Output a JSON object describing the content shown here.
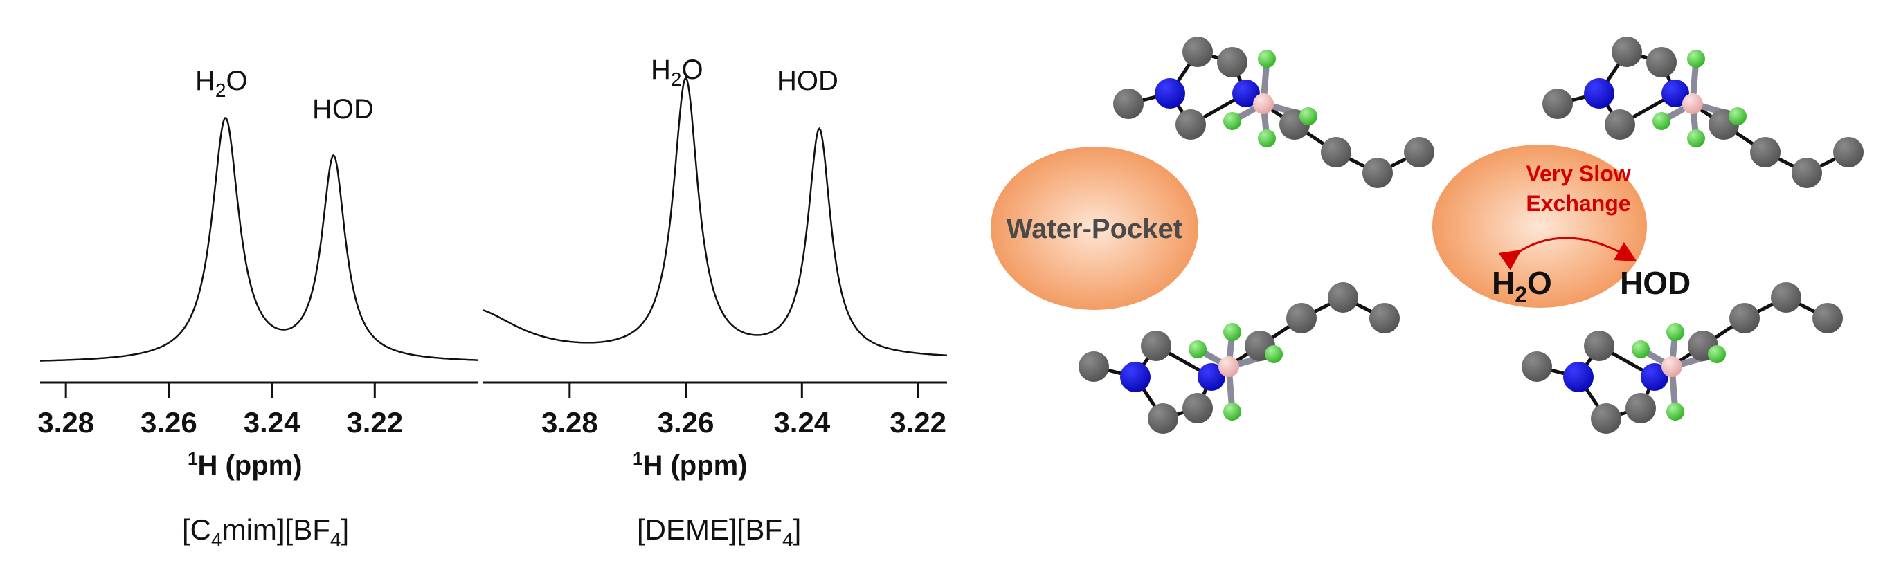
{
  "spectra": [
    {
      "compound": {
        "pre": "[C",
        "sub1": "4",
        "mid": "mim][BF",
        "sub2": "4",
        "post": "]"
      },
      "peak_labels": {
        "h2o_main": "H",
        "h2o_sub": "2",
        "h2o_tail": "O",
        "hod": "HOD"
      },
      "ticks": [
        "3.28",
        "3.26",
        "3.24",
        "3.22"
      ],
      "axis": {
        "sup": "1",
        "text": "H (ppm)"
      }
    },
    {
      "compound": {
        "pre": "[DEME][BF",
        "sub1": "4",
        "post": "]"
      },
      "peak_labels": {
        "h2o_main": "H",
        "h2o_sub": "2",
        "h2o_tail": "O",
        "hod": "HOD"
      },
      "ticks": [
        "3.28",
        "3.26",
        "3.24",
        "3.22"
      ],
      "axis": {
        "sup": "1",
        "text": "H (ppm)"
      }
    }
  ],
  "chart_data": [
    {
      "type": "line",
      "title": "",
      "xlabel": "1H (ppm)",
      "ylabel": "",
      "x_reversed": true,
      "xlim": [
        3.2,
        3.285
      ],
      "x_ticks": [
        3.28,
        3.26,
        3.24,
        3.22
      ],
      "peaks": [
        {
          "label": "H2O",
          "position_ppm": 3.249,
          "relative_height": 0.92
        },
        {
          "label": "HOD",
          "position_ppm": 3.228,
          "relative_height": 0.77
        }
      ],
      "compound": "[C4mim][BF4]"
    },
    {
      "type": "line",
      "title": "",
      "xlabel": "1H (ppm)",
      "ylabel": "",
      "x_reversed": true,
      "xlim": [
        3.215,
        3.295
      ],
      "x_ticks": [
        3.28,
        3.26,
        3.24,
        3.22
      ],
      "peaks": [
        {
          "label": "H2O",
          "position_ppm": 3.26,
          "relative_height": 1.0
        },
        {
          "label": "HOD",
          "position_ppm": 3.237,
          "relative_height": 0.82
        }
      ],
      "compound": "[DEME][BF4]"
    }
  ],
  "diagram": {
    "pocket_left": "Water-Pocket",
    "exchange_line1": "Very Slow",
    "exchange_line2": "Exchange",
    "h2o_main": "H",
    "h2o_sub": "2",
    "h2o_tail": "O",
    "hod": "HOD",
    "colors": {
      "carbon": "#666666",
      "nitrogen": "#1212e6",
      "boron": "#f0b8b8",
      "fluorine": "#55d84a",
      "exchange_text": "#d40000",
      "pocket": "#f6a16d"
    }
  }
}
